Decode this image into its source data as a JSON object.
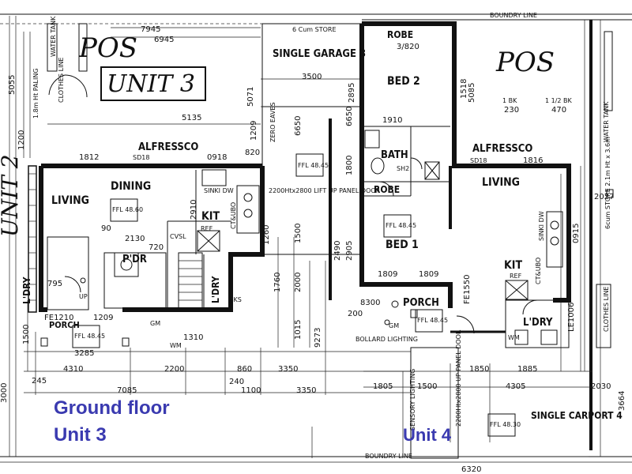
{
  "plan": {
    "pos_left": "POS",
    "pos_right": "POS",
    "unit3_label": "UNIT 3",
    "unit2_label": "UNIT 2",
    "boundary_top": "BOUNDRY LINE",
    "boundary_bottom": "BOUNDRY LINE",
    "caption_line1": "Ground floor",
    "caption_line2": "Unit 3",
    "caption_unit4": "Unit 4"
  },
  "rooms": {
    "garage": "SINGLE GARAGE 3",
    "robe_top": "ROBE",
    "bed2": "BED 2",
    "alfresco_left": "ALFRESSCO",
    "alfresco_right": "ALFRESSCO",
    "dining": "DINING",
    "living_left": "LIVING",
    "living_right": "LIVING",
    "kit_left": "KIT",
    "kit_right": "KIT",
    "bath": "BATH",
    "robe_mid": "ROBE",
    "bed1": "BED 1",
    "pdr": "P'DR",
    "ldry_left": "L'DRY",
    "ldry_u2": "L'DRY",
    "ldry_right": "L'DRY",
    "porch_left": "PORCH",
    "porch_right": "PORCH",
    "carport": "SINGLE CARPORT 4",
    "store_top": "6 Cum STORE",
    "store_right": "6cum STORE 2.1m Ht x 3.6m",
    "water_tank_left": "WATER TANK",
    "water_tank_right": "WATER TANK",
    "clothes_line_left": "CLOTHES LINE",
    "clothes_line_right": "CLOTHES LINE",
    "bollard": "BOLLARD LIGHTING",
    "sensor": "SENSORY LIGHTING",
    "garage_door": "2200Htx2800 LIFT UP PANEL DOOR",
    "carport_door": "2200Htx2800 UP PANEL DOOR",
    "eaves": "ZERO EAVES",
    "paling": "1.8m Ht PALING"
  },
  "ffl": {
    "dining": "FFL 48.60",
    "garage": "FFL 48.45",
    "bed1": "FFL 48.45",
    "porch_left": "FFL 48.45",
    "porch_right": "FFL 48.45",
    "carport": "FFL 48.30"
  },
  "fixtures": {
    "sd_left": "SD18",
    "sd_right": "SD18",
    "ref_left": "REF",
    "ref_right": "REF",
    "sink_left": "SINKI DW",
    "sink_right": "SINKI DW",
    "ct_left": "CT&UBO",
    "ct_right": "CT&UBO",
    "cvsl": "CVSL",
    "wm_left": "WM",
    "wm_right": "WM",
    "gm_left": "GM",
    "gm_right": "GM",
    "up": "UP",
    "sh": "SH2",
    "bks": "BKS",
    "bk": "1 1/2 BK",
    "one_bk": "1 BK"
  },
  "dimensions": {
    "d7945": "7945",
    "d6945": "6945",
    "d5135": "5135",
    "d5055": "5055",
    "d1812": "1812",
    "d0918": "0918",
    "d1209a": "1209",
    "d5071": "5071",
    "d3500": "3500",
    "d2895": "2895",
    "d3780": "3/820",
    "d1518": "1518",
    "d5085": "5085",
    "d230": "230",
    "d470": "470",
    "d1910": "1910",
    "d1816": "1816",
    "d6650a": "6650",
    "d6650b": "6650",
    "d1800": "1800",
    "d2910": "2910",
    "d2130": "2130",
    "d720": "720",
    "d1260": "1260",
    "d1500a": "1500",
    "d1760": "1760",
    "d2000": "2000",
    "d2490": "2490",
    "d2905": "2905",
    "d1809a": "1809",
    "d1809b": "1809",
    "d1550": "FE1550",
    "d0915": "0915",
    "d2027": "2027",
    "d1210": "FE1210",
    "d1209b": "1209",
    "d1310": "1310",
    "d3285": "3285",
    "d4310": "4310",
    "d2200": "2200",
    "d860": "860",
    "d3350a": "3350",
    "d7085": "7085",
    "d1100": "1100",
    "d3350b": "3350",
    "d9273": "9273",
    "d1015": "1015",
    "d1805": "1805",
    "d1500b": "1500",
    "d1850": "1850",
    "d1885": "1885",
    "d4305": "4305",
    "d2030": "2030",
    "d6320": "6320",
    "d3664": "3664",
    "d3000": "3000",
    "d1006": "LE1006",
    "d8300": "8300",
    "d90": "90",
    "d240": "240",
    "d245": "245",
    "d820": "820",
    "d1200": "1200",
    "d795": "795",
    "d1500c": "1500",
    "d200": "200"
  }
}
